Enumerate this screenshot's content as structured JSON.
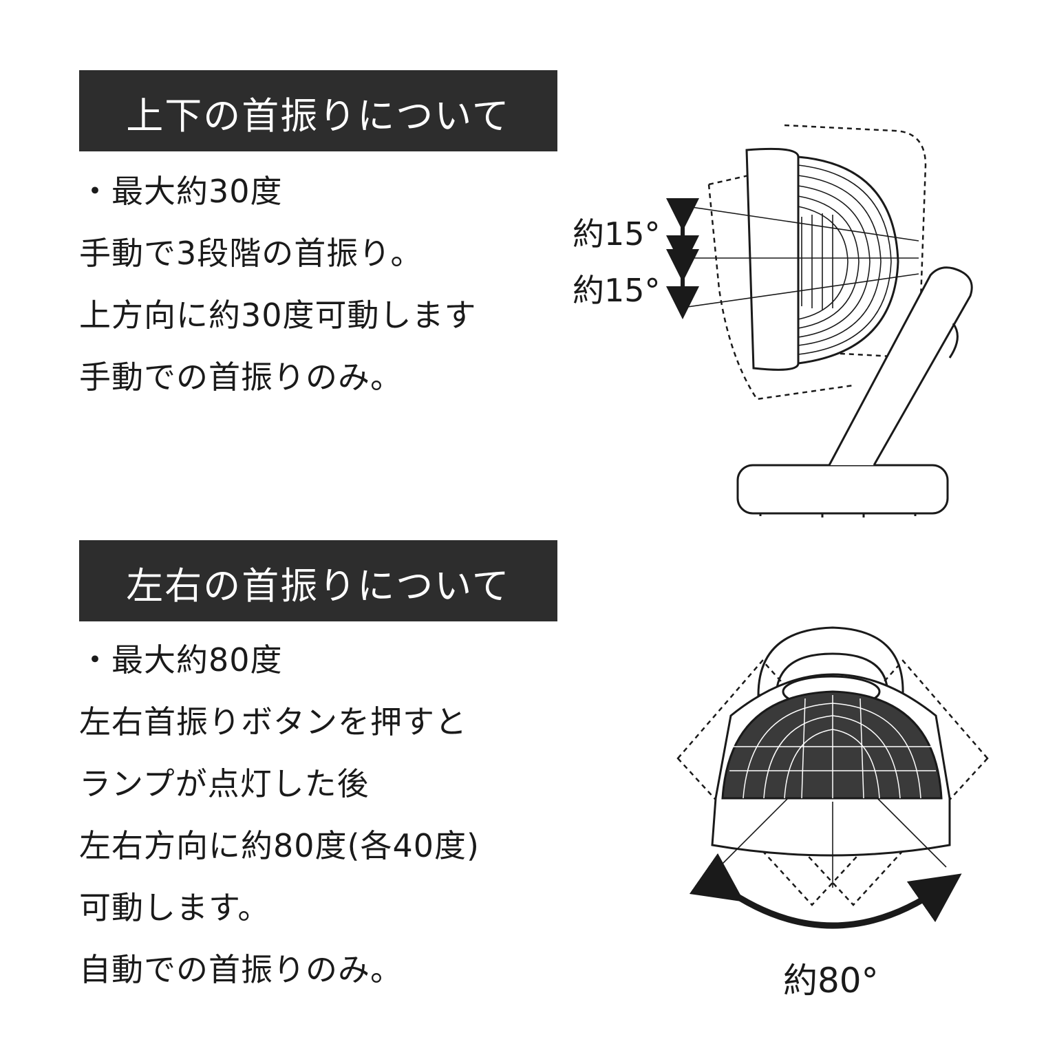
{
  "vertical_swing": {
    "heading": "上下の首振りについて",
    "lines": [
      "・最大約30度",
      "手動で3段階の首振り。",
      "上方向に約30度可動します",
      "手動での首振りのみ。"
    ],
    "angle_up_label": "約15°",
    "angle_down_label": "約15°"
  },
  "horizontal_swing": {
    "heading": "左右の首振りについて",
    "lines": [
      "・最大約80度",
      "左右首振りボタンを押すと",
      "ランプが点灯した後",
      "左右方向に約80度(各40度)",
      "可動します。",
      "自動での首振りのみ。"
    ],
    "angle_label": "約80°"
  },
  "colors": {
    "header_bg": "#2d2d2d",
    "header_text": "#ffffff",
    "line_art": "#1a1a1a"
  }
}
